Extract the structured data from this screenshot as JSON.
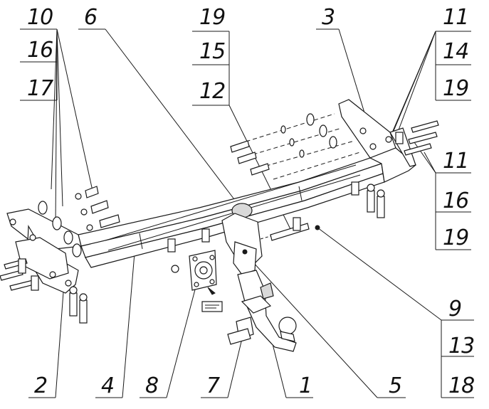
{
  "labels": {
    "top_left": [
      "10",
      "16",
      "17"
    ],
    "top_6": "6",
    "top_center": [
      "19",
      "15",
      "12"
    ],
    "top_3": "3",
    "top_right": [
      "11",
      "14",
      "19"
    ],
    "right_mid": [
      "11",
      "16",
      "19"
    ],
    "right_bottom": [
      "9",
      "13",
      "18"
    ],
    "bottom": [
      "2",
      "4",
      "8",
      "7",
      "1",
      "5"
    ]
  },
  "colors": {
    "line": "#1a1a1a",
    "background": "#ffffff",
    "shade": "#d9d9d9"
  }
}
